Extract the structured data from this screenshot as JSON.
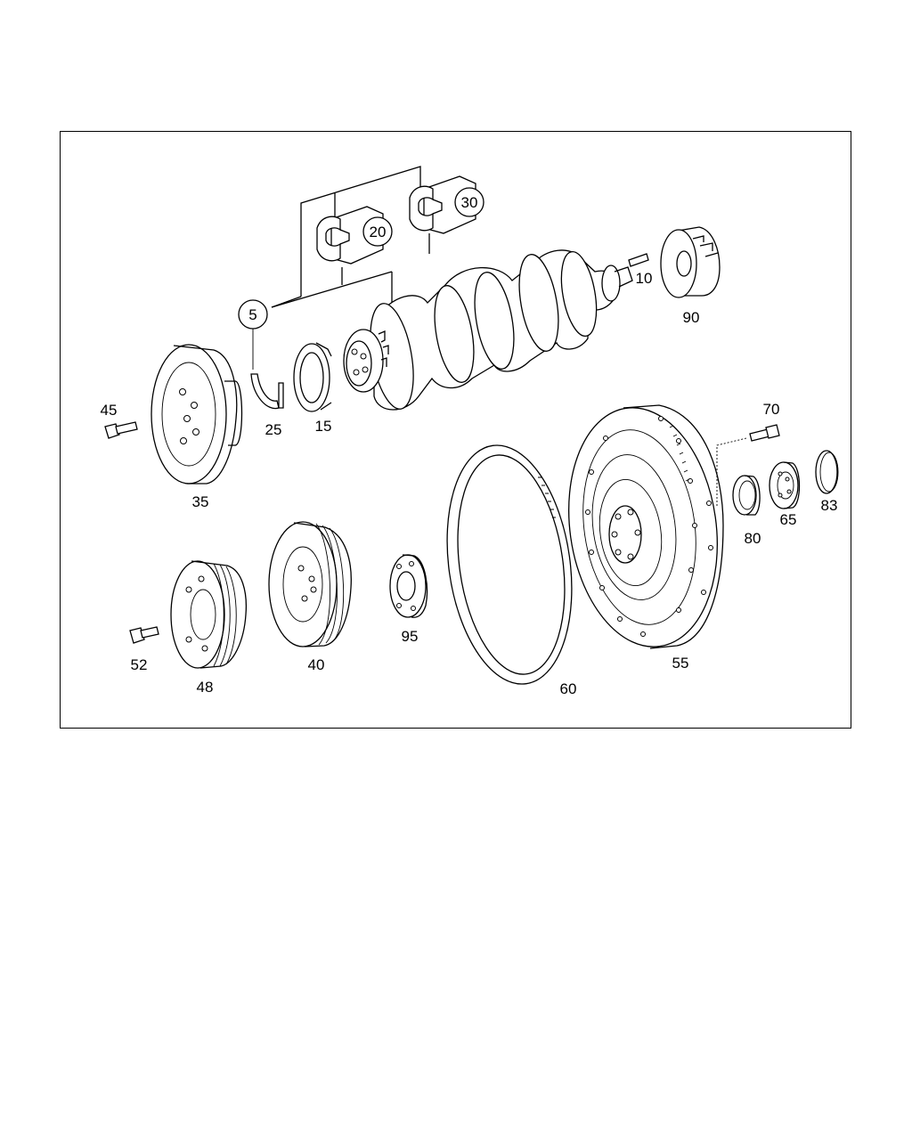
{
  "diagram": {
    "labels": {
      "p5": "5",
      "p10": "10",
      "p15": "15",
      "p20": "20",
      "p25": "25",
      "p30": "30",
      "p35": "35",
      "p40": "40",
      "p45": "45",
      "p48": "48",
      "p52": "52",
      "p55": "55",
      "p60": "60",
      "p65": "65",
      "p70": "70",
      "p80": "80",
      "p83": "83",
      "p90": "90",
      "p95": "95"
    }
  }
}
